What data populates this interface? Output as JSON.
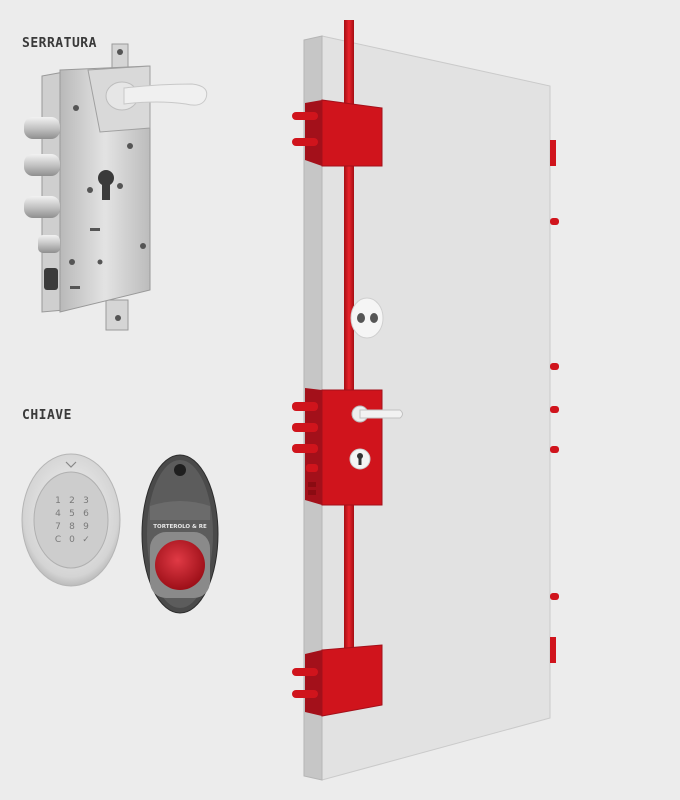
{
  "sections": {
    "lock_label": "SERRATURA",
    "key_label": "CHIAVE"
  },
  "keypad": {
    "keys": [
      "1",
      "2",
      "3",
      "4",
      "5",
      "6",
      "7",
      "8",
      "9",
      "C",
      "0",
      "✓"
    ]
  },
  "key_fob": {
    "brand": "TORTEROLO & RE"
  },
  "colors": {
    "background": "#ececec",
    "accent_red": "#d0141c",
    "door_gray": "#dcdcdc",
    "steel": "#c9c9c9"
  }
}
